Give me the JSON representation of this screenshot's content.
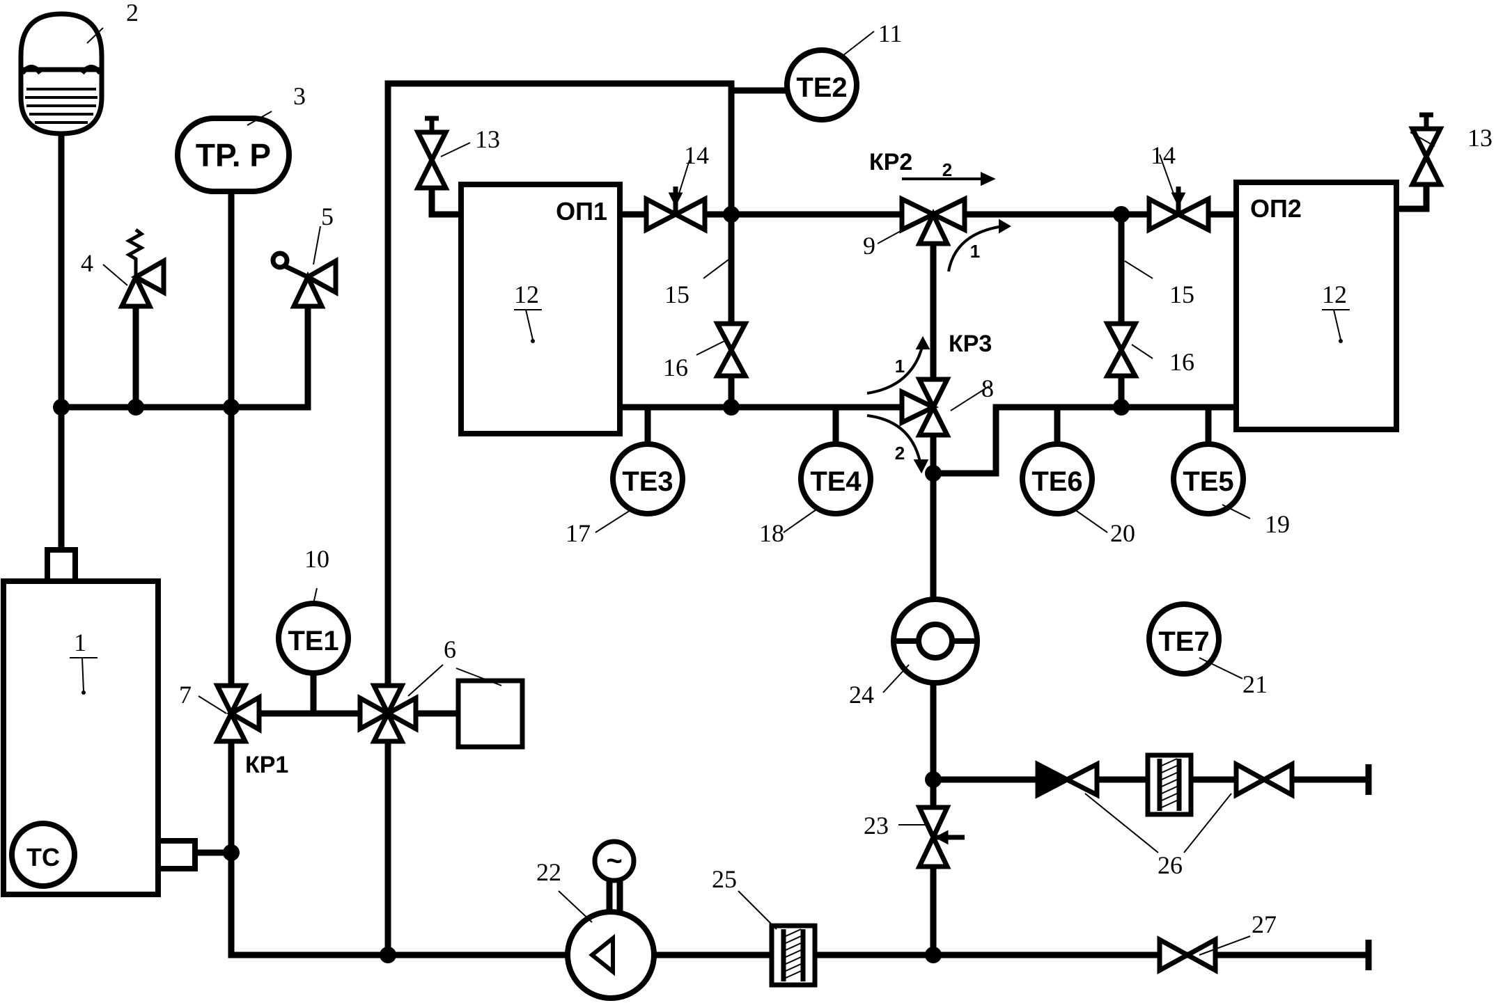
{
  "numbers": {
    "n1": "1",
    "n2": "2",
    "n3": "3",
    "n4": "4",
    "n5": "5",
    "n6": "6",
    "n7": "7",
    "n8": "8",
    "n9": "9",
    "n10": "10",
    "n11": "11",
    "n12a": "12",
    "n12b": "12",
    "n13a": "13",
    "n13b": "13",
    "n14a": "14",
    "n14b": "14",
    "n15a": "15",
    "n15b": "15",
    "n16a": "16",
    "n16b": "16",
    "n17": "17",
    "n18": "18",
    "n19": "19",
    "n20": "20",
    "n21": "21",
    "n22": "22",
    "n23": "23",
    "n24": "24",
    "n25": "25",
    "n26": "26",
    "n27": "27"
  },
  "tags": {
    "tr_p": "ТР. Р",
    "te1": "ТЕ1",
    "te2": "ТЕ2",
    "te3": "ТЕ3",
    "te4": "ТЕ4",
    "te5": "ТЕ5",
    "te6": "ТЕ6",
    "te7": "ТЕ7",
    "tc": "ТС",
    "kr1": "КР1",
    "kr2": "КР2",
    "kr3": "КР3",
    "op1": "ОП1",
    "op2": "ОП2"
  },
  "flow_arrows": {
    "kr2_dir2": "2",
    "kr2_dir1": "1",
    "kr3_dir1": "1",
    "kr3_dir2": "2"
  },
  "pump_symbol": "~",
  "colors": {
    "line": "#000000",
    "background": "#ffffff"
  }
}
